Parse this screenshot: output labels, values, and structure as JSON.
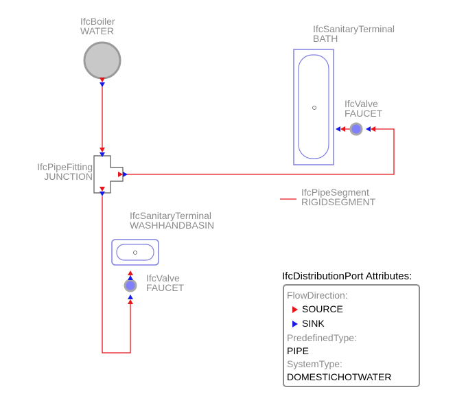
{
  "elements": {
    "boiler": {
      "type": "IfcBoiler",
      "predefined": "WATER"
    },
    "bath": {
      "type": "IfcSanitaryTerminal",
      "predefined": "BATH"
    },
    "bath_valve": {
      "type": "IfcValve",
      "predefined": "FAUCET"
    },
    "junction": {
      "type": "IfcPipeFitting",
      "predefined": "JUNCTION"
    },
    "pipe_segment": {
      "type": "IfcPipeSegment",
      "predefined": "RIGIDSEGMENT"
    },
    "basin": {
      "type": "IfcSanitaryTerminal",
      "predefined": "WASHHANDBASIN"
    },
    "basin_valve": {
      "type": "IfcValve",
      "predefined": "FAUCET"
    }
  },
  "legend": {
    "title": "IfcDistributionPort Attributes:",
    "flow_direction_label": "FlowDirection:",
    "source": "SOURCE",
    "sink": "SINK",
    "predefined_type_label": "PredefinedType:",
    "predefined_type_value": "PIPE",
    "system_type_label": "SystemType:",
    "system_type_value": "DOMESTICHOTWATER"
  },
  "colors": {
    "pipe": "#e8151b",
    "source_port": "#e8151b",
    "sink_port": "#1a1ae6",
    "outline": "#8c8c8c",
    "terminal_outline": "#8080e0",
    "valve_fill": "#8080ff"
  }
}
